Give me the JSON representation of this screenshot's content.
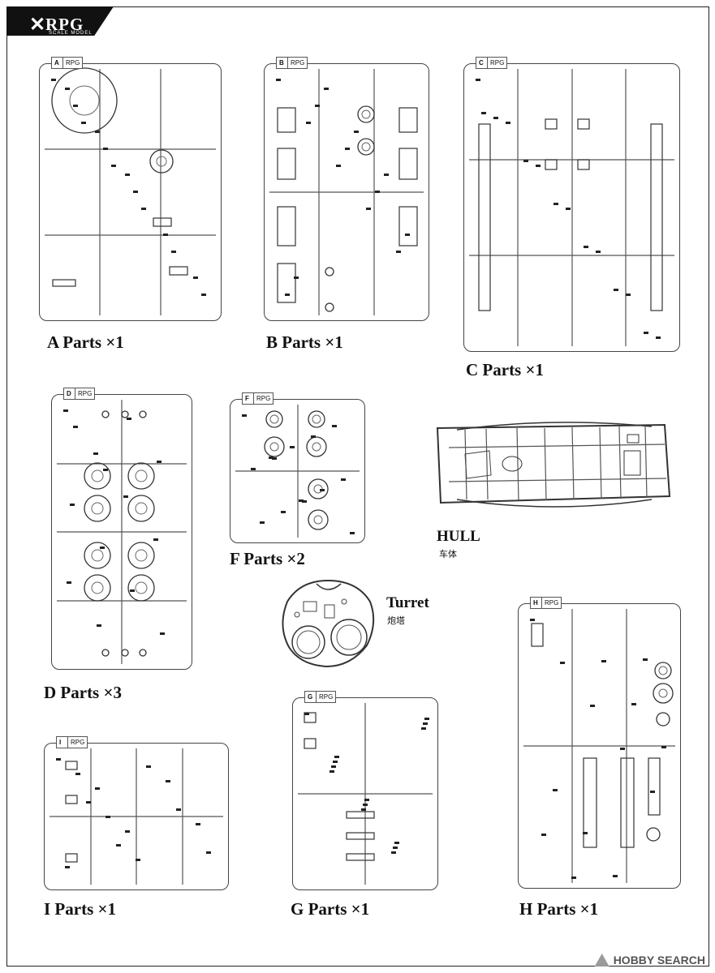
{
  "brand": {
    "logo_text": "RPG",
    "logo_sub": "SCALE MODEL",
    "tag_brand": "RPG"
  },
  "sprues": {
    "A": {
      "letter": "A",
      "label": "A Parts ×1"
    },
    "B": {
      "letter": "B",
      "label": "B Parts ×1"
    },
    "C": {
      "letter": "C",
      "label": "C Parts ×1"
    },
    "D": {
      "letter": "D",
      "label": "D Parts ×3"
    },
    "F": {
      "letter": "F",
      "label": "F Parts ×2"
    },
    "G": {
      "letter": "G",
      "label": "G Parts ×1"
    },
    "H": {
      "letter": "H",
      "label": "H Parts ×1"
    },
    "I": {
      "letter": "I",
      "label": "I Parts ×1"
    }
  },
  "hull": {
    "label": "HULL",
    "label_cn": "车体"
  },
  "turret": {
    "label": "Turret",
    "label_cn": "炮塔"
  },
  "watermark": {
    "text": "HOBBY SEARCH"
  },
  "icons": [
    "rpg-logo",
    "hobby-search-logo"
  ]
}
